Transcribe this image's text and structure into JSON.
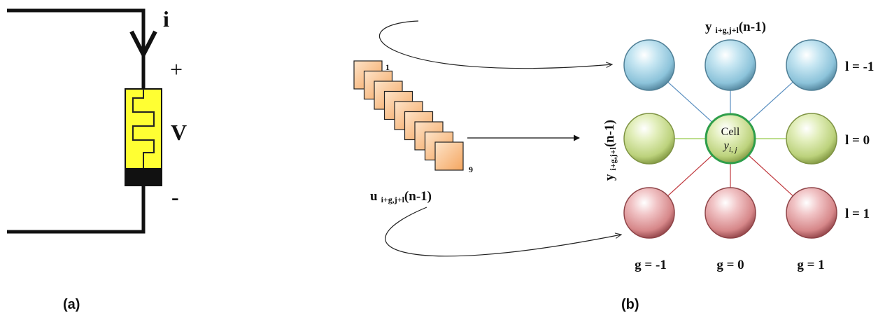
{
  "panel_a": {
    "caption": "(a)",
    "current_label": "i",
    "plus_label": "+",
    "voltage_label": "V",
    "minus_label": "-"
  },
  "panel_b": {
    "caption": "(b)",
    "stack_first_index": "1",
    "stack_last_index": "9",
    "input_label_main": "u",
    "input_label_sub": "i+g,j+l",
    "input_label_tail": "(n-1)",
    "top_label_main": "y",
    "top_label_sub": "i+g,j+l",
    "top_label_tail": "(n-1)",
    "side_label_main": "y",
    "side_label_sub": "i+g,j+l",
    "side_label_tail": "(n-1)",
    "center_cell_label": "Cell",
    "center_cell_symbol": "y",
    "center_cell_subscript": "i, j",
    "row_labels": [
      "l = -1",
      "l = 0",
      "l = 1"
    ],
    "col_labels": [
      "g = -1",
      "g = 0",
      "g = 1"
    ],
    "colors": {
      "top_row": "#9ccfe4",
      "middle_row": "#c8dc8c",
      "bottom_row": "#e0989a",
      "center_border": "#2e9e4a",
      "stack_square": "#f7b37a",
      "memristor_fill": "#ffff33"
    }
  }
}
